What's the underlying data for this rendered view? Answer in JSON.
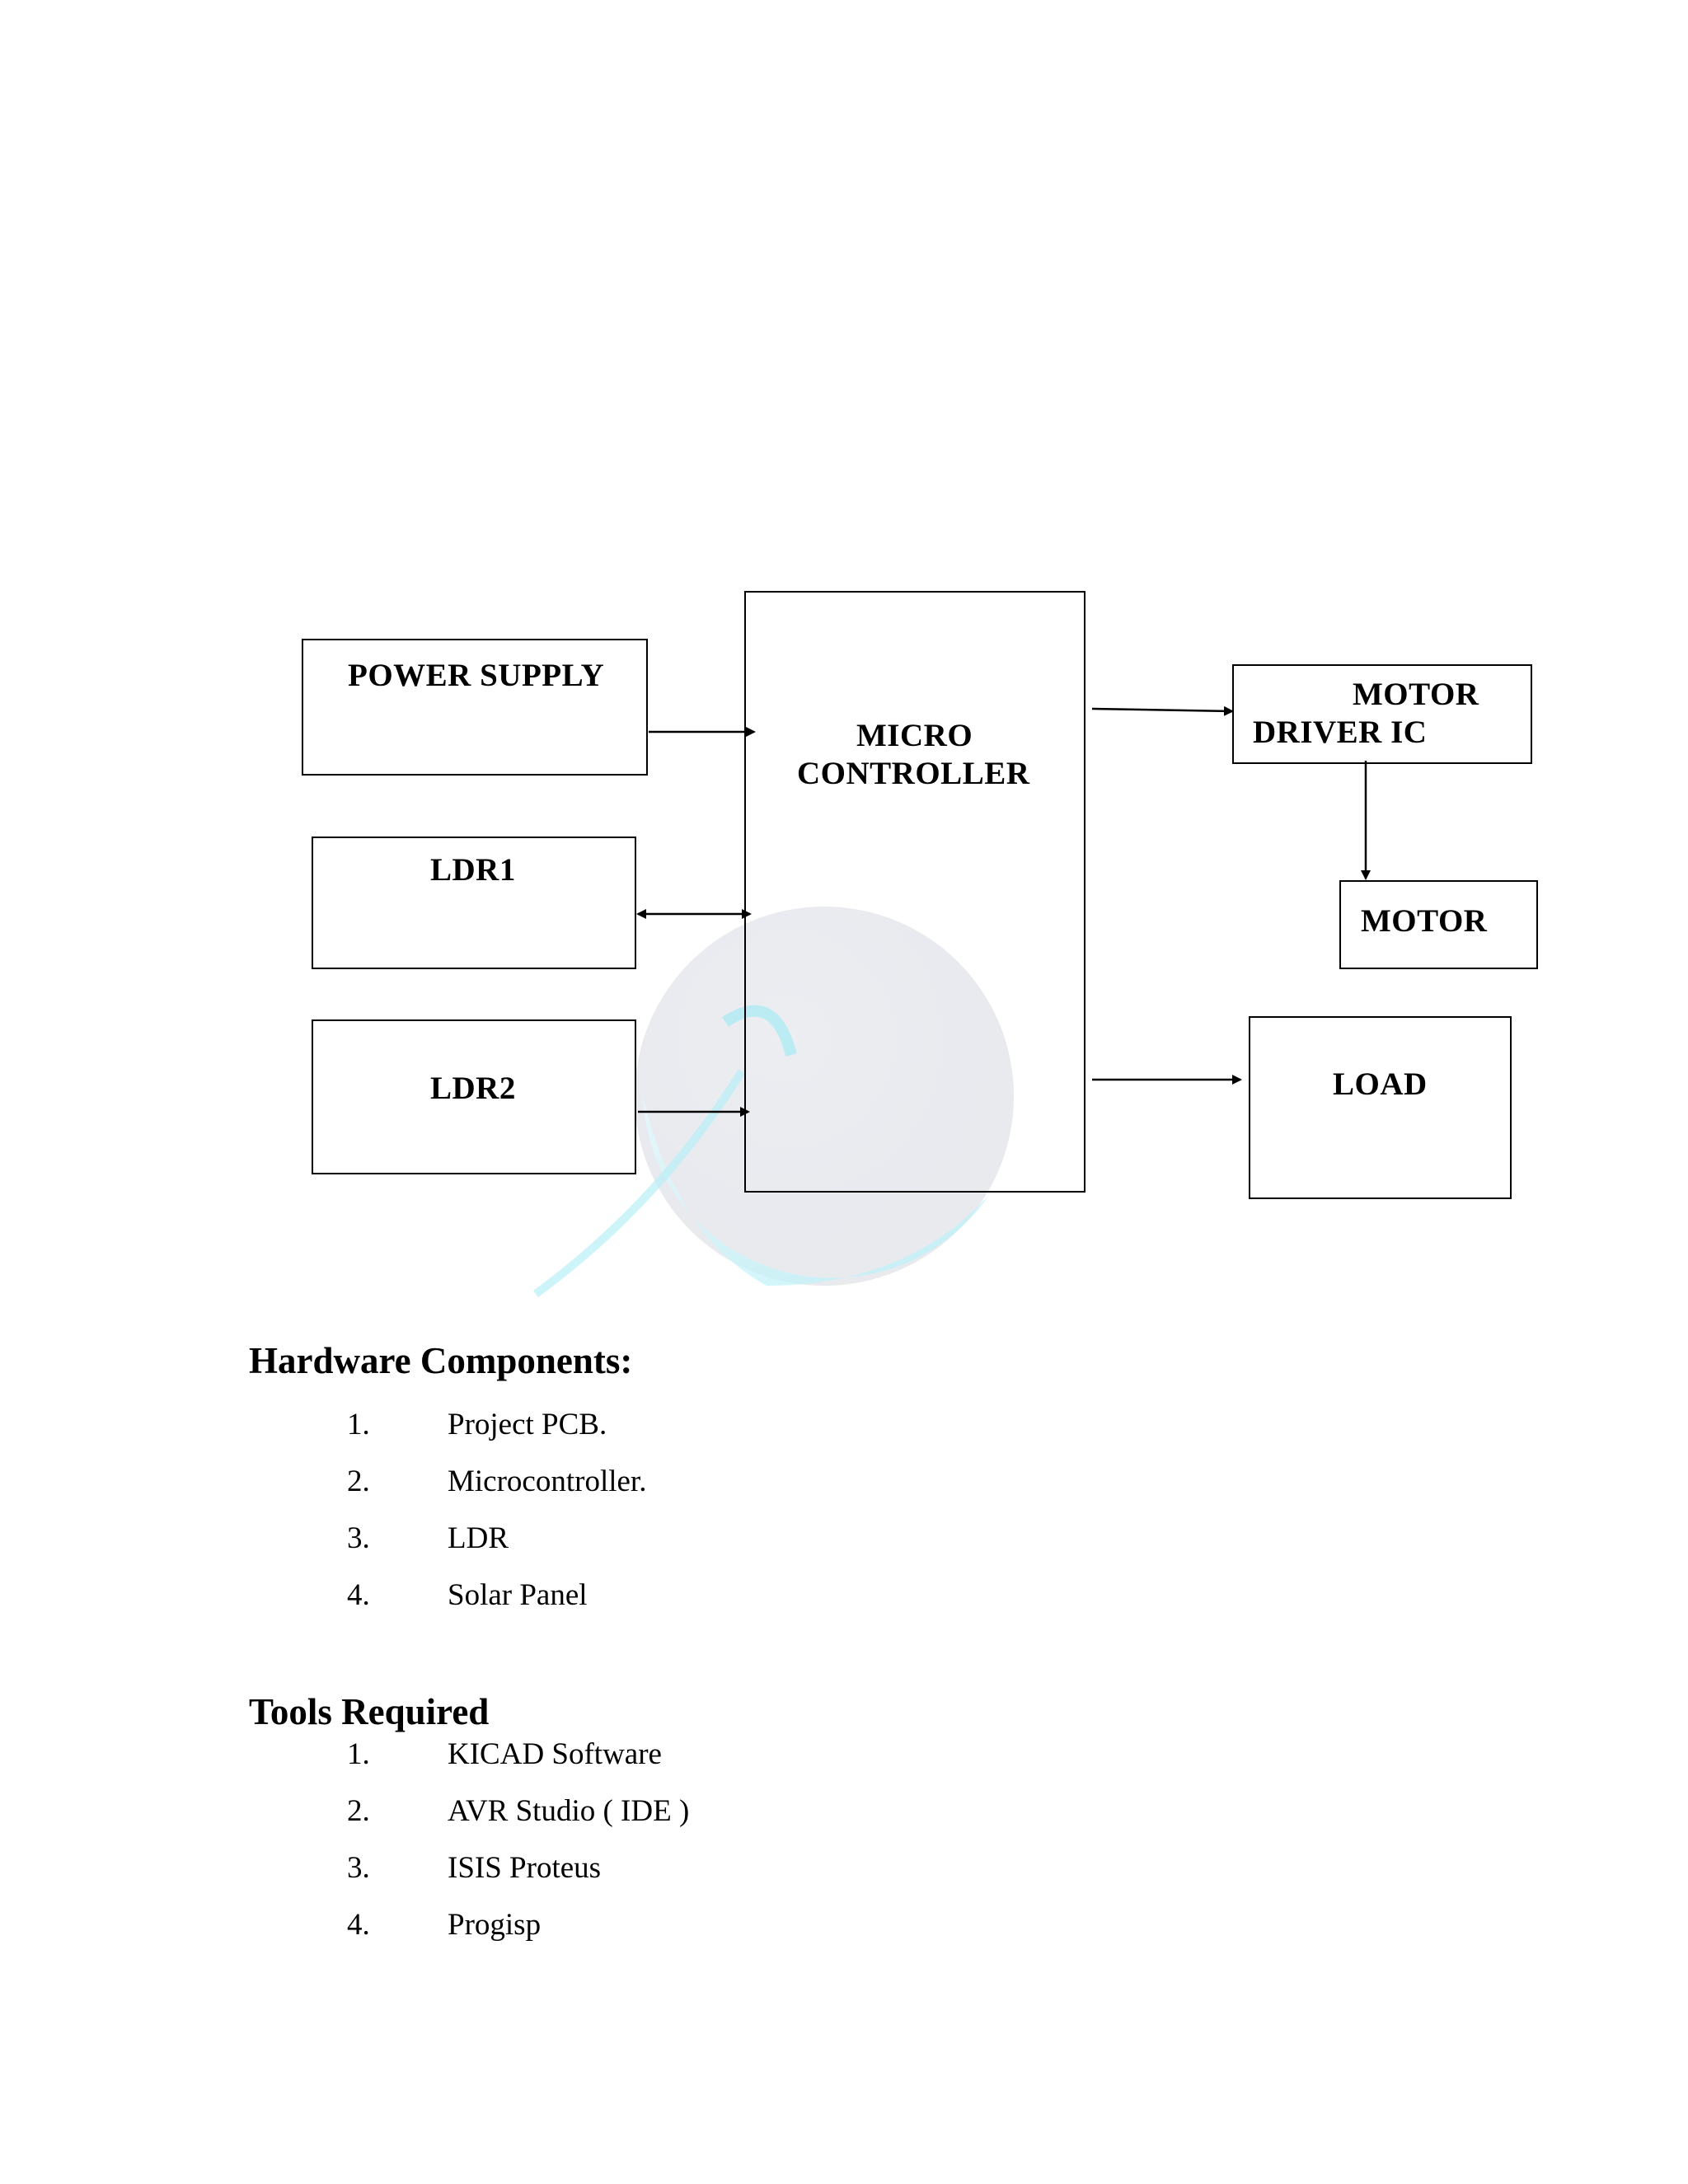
{
  "diagram": {
    "blocks": {
      "power_supply": "POWER SUPPLY",
      "ldr1": "LDR1",
      "ldr2": "LDR2",
      "micro_controller_line1": "MICRO",
      "micro_controller_line2": "CONTROLLER",
      "motor_driver_line1": "MOTOR",
      "motor_driver_line2": "DRIVER IC",
      "motor": "MOTOR",
      "load": "LOAD"
    }
  },
  "hardware": {
    "heading": "Hardware Components:",
    "items": [
      {
        "num": "1.",
        "text": "Project PCB."
      },
      {
        "num": "2.",
        "text": "Microcontroller."
      },
      {
        "num": "3.",
        "text": "LDR"
      },
      {
        "num": "4.",
        "text": "Solar Panel"
      }
    ]
  },
  "tools": {
    "heading": "Tools Required",
    "items": [
      {
        "num": "1.",
        "text": "KICAD Software"
      },
      {
        "num": "2.",
        "text": "AVR Studio ( IDE )"
      },
      {
        "num": "3.",
        "text": "ISIS Proteus"
      },
      {
        "num": "4.",
        "text": "Progisp"
      }
    ]
  },
  "colors": {
    "ink": "#000000",
    "watermark_gray": "#c9ccd6",
    "watermark_cyan": "#b8f2f8"
  },
  "icons": {
    "watermark": "globe-watermark-icon"
  }
}
